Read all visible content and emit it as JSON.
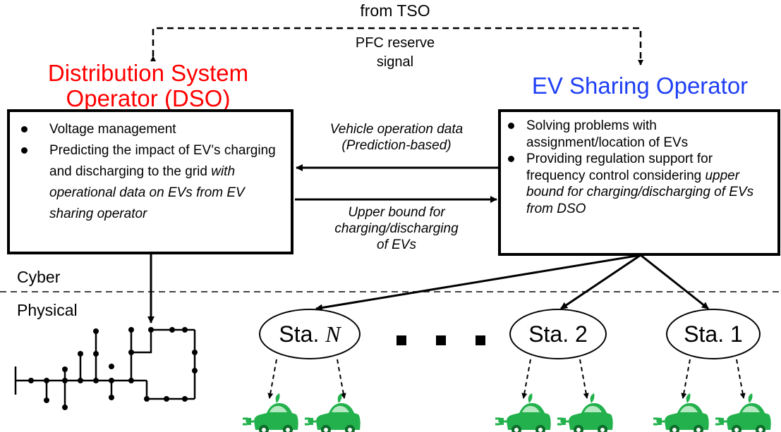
{
  "top_label": "from TSO",
  "signal_label_line1": "PFC reserve",
  "signal_label_line2": "signal",
  "dso": {
    "title_line1": "Distribution System",
    "title_line2": "Operator (DSO)",
    "bullet1": "Voltage management",
    "bullet2_plain": "Predicting the impact of EV’s charging and discharging to the grid ",
    "bullet2_italic": "with operational data on EVs from EV sharing operator"
  },
  "evso": {
    "title": "EV Sharing Operator",
    "bullet1": "Solving problems with assignment/location of EVs",
    "bullet2_plain": "Providing regulation support for frequency control considering ",
    "bullet2_italic": "upper bound for charging/discharging of EVs from DSO"
  },
  "flow_to_dso_line1": "Vehicle operation data",
  "flow_to_dso_line2": "(Prediction-based)",
  "flow_to_evso_line1": "Upper bound for",
  "flow_to_evso_line2": "charging/discharging",
  "flow_to_evso_line3": "of EVs",
  "layer_cyber": "Cyber",
  "layer_physical": "Physical",
  "stations": {
    "n_prefix": "Sta. ",
    "n_var": "N",
    "s2": "Sta. 2",
    "s1": "Sta. 1"
  },
  "colors": {
    "dso_title": "#ff0000",
    "evso_title": "#1f3ff5",
    "car_green": "#22b14c",
    "car_dark": "#0e6b2a"
  },
  "icons": [
    "car-icon",
    "charging-plug-icon",
    "leaf-icon",
    "power-grid-icon"
  ]
}
